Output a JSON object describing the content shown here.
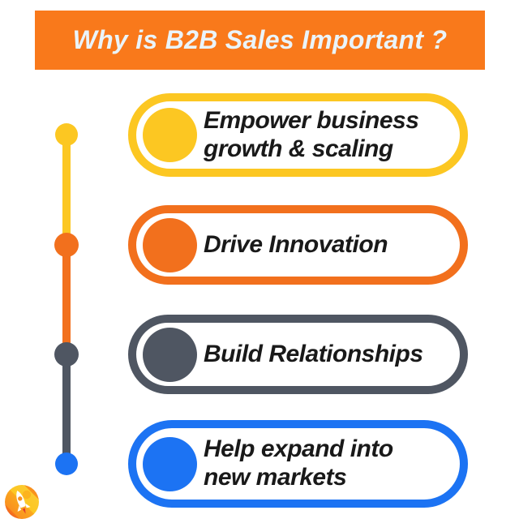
{
  "header": {
    "title": "Why is B2B Sales Important ?"
  },
  "items": [
    {
      "name": "empower-growth",
      "line1": "Empower business",
      "line2": "growth & scaling",
      "accent": "#FCC722"
    },
    {
      "name": "drive-innovation",
      "line1": "Drive Innovation",
      "accent": "#F2701D"
    },
    {
      "name": "build-relationships",
      "line1": "Build Relationships",
      "accent": "#4F5662"
    },
    {
      "name": "expand-markets",
      "line1": "Help expand into",
      "line2": "new markets",
      "accent": "#1C73F3"
    }
  ],
  "timeline": {
    "dot_colors": [
      "#FCC722",
      "#F2701D",
      "#4F5662",
      "#1C73F3"
    ],
    "segment_colors": [
      "#FCC722",
      "#F2701D",
      "#4F5662"
    ]
  },
  "colors": {
    "header_bg": "#F9791B",
    "header_text": "#EAF4FB",
    "body_text": "#191919",
    "background": "#FFFFFF"
  },
  "icons": {
    "logo": "rocket-launch-icon"
  }
}
